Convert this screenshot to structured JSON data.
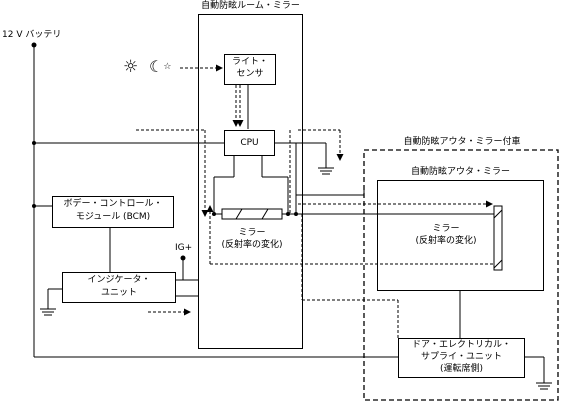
{
  "labels": {
    "battery": "12 V バッテリ",
    "inner_mirror": "自動防眩ルーム・ミラー",
    "light_sensor_1": "ライト・",
    "light_sensor_2": "センサ",
    "cpu": "CPU",
    "mirror_inner_1": "ミラー",
    "mirror_inner_2": "(反射率の変化)",
    "bcm_1": "ボデー・コントロール・",
    "bcm_2": "モジュール (BCM)",
    "ig": "IG+",
    "indicator_1": "インジケータ・",
    "indicator_2": "ユニット",
    "outer_mirror_assy": "自動防眩アウタ・ミラー付車",
    "outer_mirror": "自動防眩アウタ・ミラー",
    "mirror_outer_1": "ミラー",
    "mirror_outer_2": "(反射率の変化)",
    "door_esu_1": "ドア・エレクトリカル・",
    "door_esu_2": "サプライ・ユニット",
    "door_esu_3": "(運転席側)"
  },
  "icons": [
    "sun-icon",
    "moon-star-icon"
  ]
}
